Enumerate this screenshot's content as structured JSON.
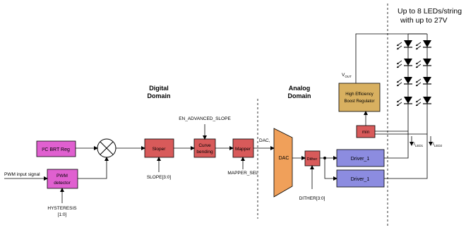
{
  "header": {
    "leds_line1": "Up to 8 LEDs/string",
    "leds_line2": "with up to 27V"
  },
  "domains": {
    "digital_line1": "Digital",
    "digital_line2": "Domain",
    "analog_line1": "Analog",
    "analog_line2": "Domain"
  },
  "blocks": {
    "i2c": {
      "label": "I²C BRT Reg",
      "color": "#e060d0"
    },
    "pwm_detector_line1": "PWM",
    "pwm_detector_line2": "detector",
    "sloper": "Sloper",
    "curve_line1": "Curve",
    "curve_line2": "bending",
    "mapper": "Mapper",
    "dac": "DAC",
    "dither": "Dither",
    "driver_1": "Driver_1",
    "driver_2": "Driver_1",
    "boost_line1": "High Efficiency",
    "boost_line2": "Boost Regulator",
    "min": "min"
  },
  "signals": {
    "pwm_input": "PWM input signal",
    "hysteresis_line1": "HYSTERESIS",
    "hysteresis_line2": "[1:0]",
    "slope": "SLOPE[3:0]",
    "en_advanced_slope": "EN_ADVANCED_SLOPE",
    "mapper_sel": "MAPPER_SEL",
    "dac_in": "DAC,",
    "dither_bits": "DITHER[3:0]",
    "vout_main": "V",
    "vout_sub": "OUT",
    "iled1_main": "I",
    "iled1_sub": "LED1",
    "iled2_main": "I",
    "iled2_sub": "LED2"
  },
  "colors": {
    "red_block": "#d85a5a",
    "magenta_block": "#e060d0",
    "orange_dac": "#f0a05a",
    "blue_driver": "#8c8ce0",
    "boost": "#d8b060",
    "led": "#000000"
  }
}
